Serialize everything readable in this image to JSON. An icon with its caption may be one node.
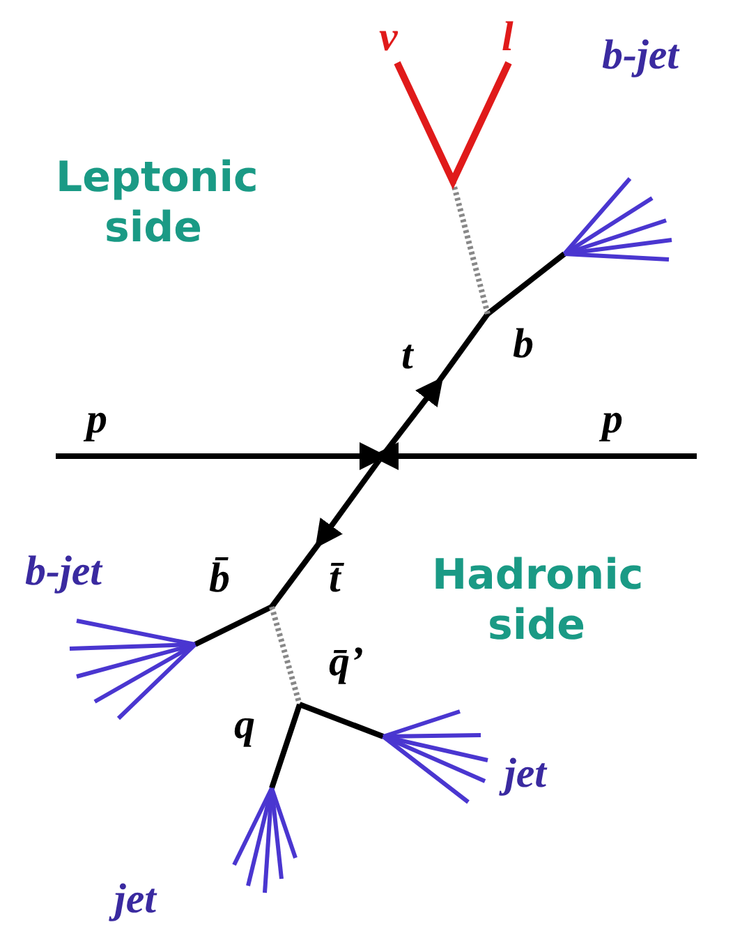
{
  "diagram": {
    "labels": [
      "ν",
      "l",
      "Leptonic side",
      "b-jet",
      "t",
      "b",
      "p",
      "p",
      "b-jet",
      "b̄",
      "t̄",
      "Hadronic side",
      "q̄’",
      "q",
      "jet",
      "jet"
    ]
  }
}
